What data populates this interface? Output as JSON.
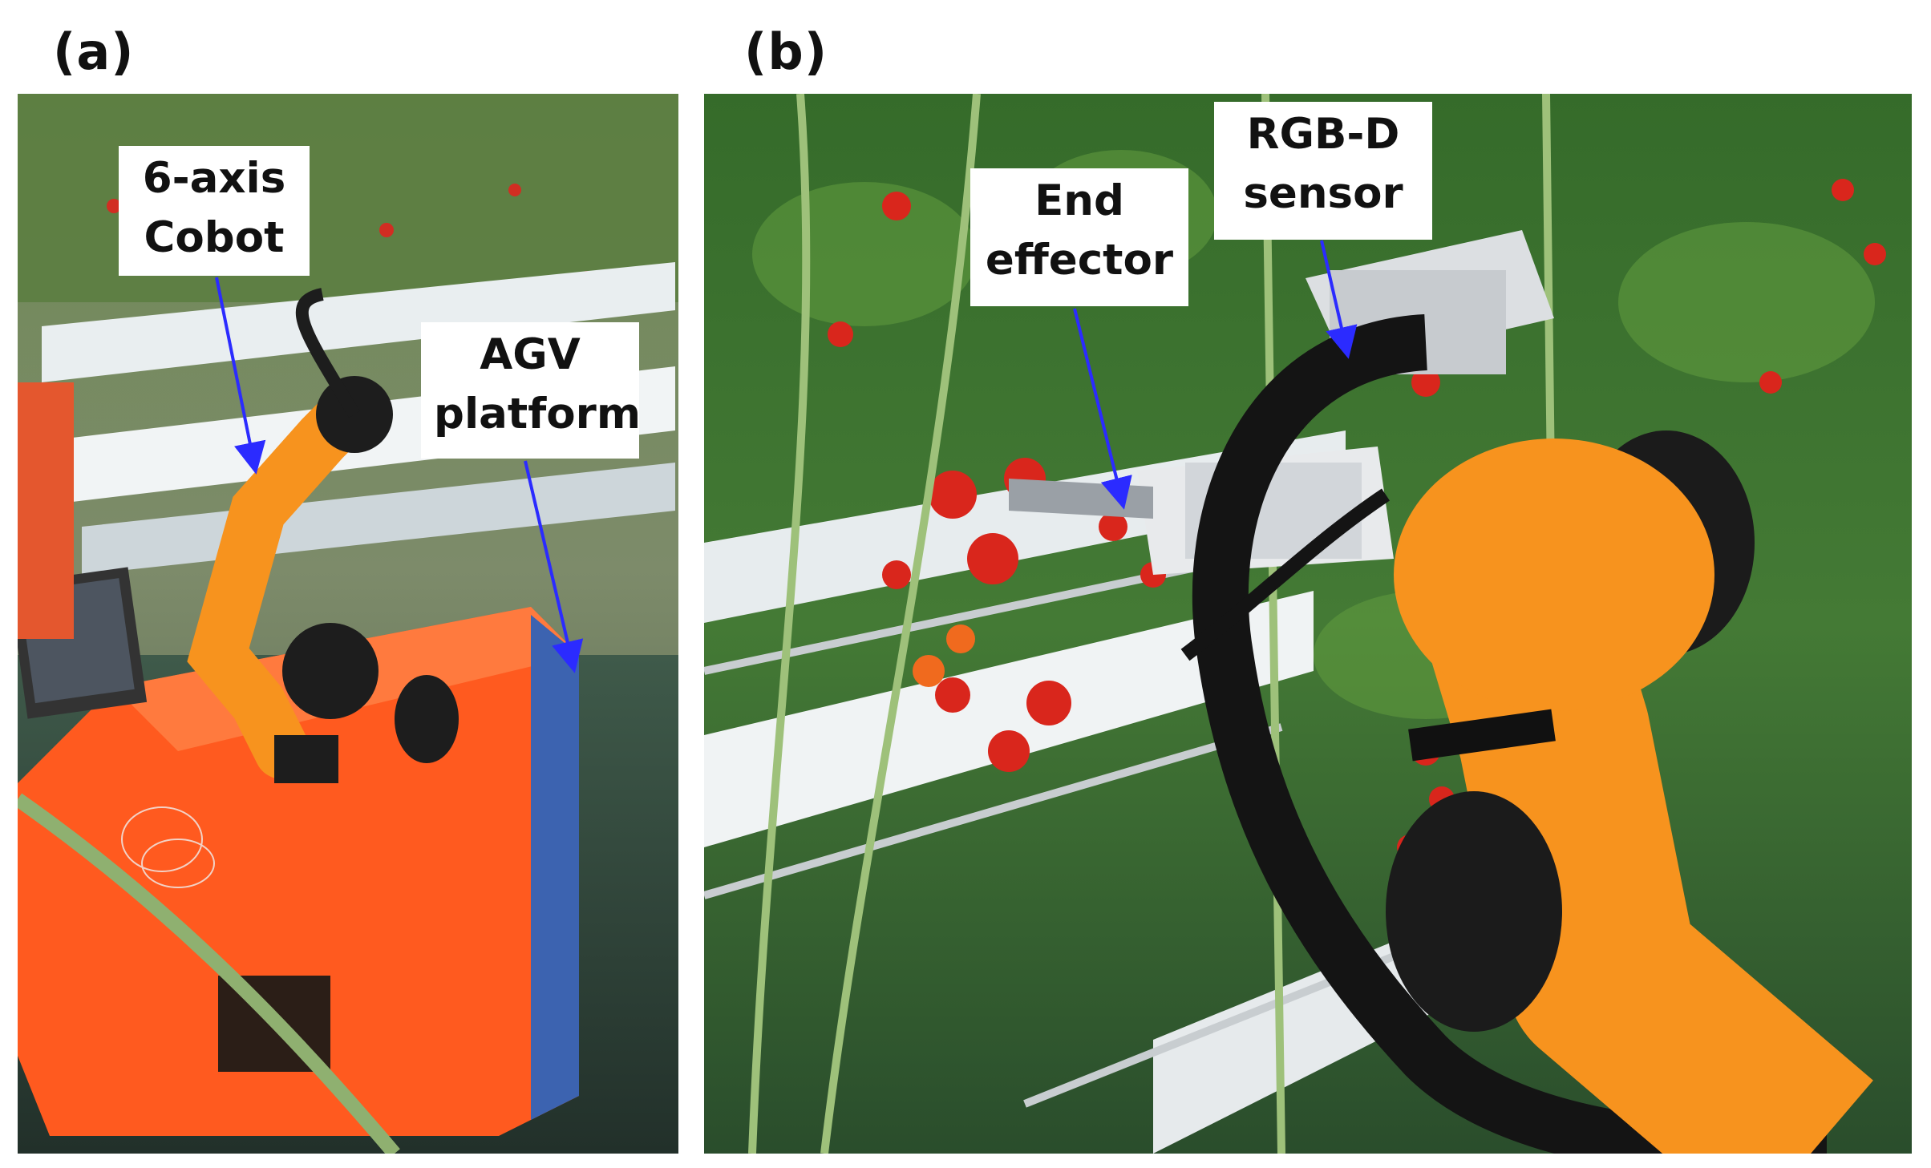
{
  "panels": [
    {
      "letter": "(a)",
      "callouts": [
        {
          "lines": [
            "6-axis",
            "Cobot"
          ]
        },
        {
          "lines": [
            "AGV",
            "platform"
          ]
        }
      ]
    },
    {
      "letter": "(b)",
      "callouts": [
        {
          "lines": [
            "End",
            "effector"
          ]
        },
        {
          "lines": [
            "RGB-D",
            "sensor"
          ]
        }
      ]
    }
  ],
  "colors": {
    "arrow": "#2b2bff",
    "robot_orange": "#f7931e",
    "agv_orange": "#ff5a1f",
    "greenhouse_green": "#3f7a2a",
    "tomato_red": "#d9261c"
  },
  "icons": [
    "arrow-icon"
  ]
}
